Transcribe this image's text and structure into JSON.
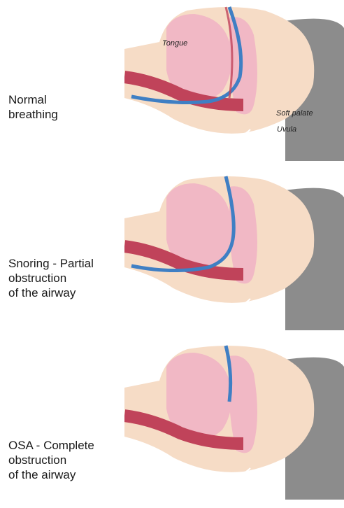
{
  "panels": [
    {
      "label": "Normal\nbreathing",
      "callouts": {
        "tongue": "Tongue",
        "soft_palate": "Soft palate",
        "uvula": "Uvula"
      }
    },
    {
      "label": "Snoring - Partial\nobstruction\nof the airway"
    },
    {
      "label": "OSA - Complete\nobstruction\nof the airway"
    }
  ],
  "colors": {
    "skin": "#f6dcc6",
    "tissue_pink": "#f1b8c5",
    "tissue_dark": "#c0435a",
    "airflow_blue": "#3f7fc4",
    "shadow_gray": "#8c8c8c"
  }
}
